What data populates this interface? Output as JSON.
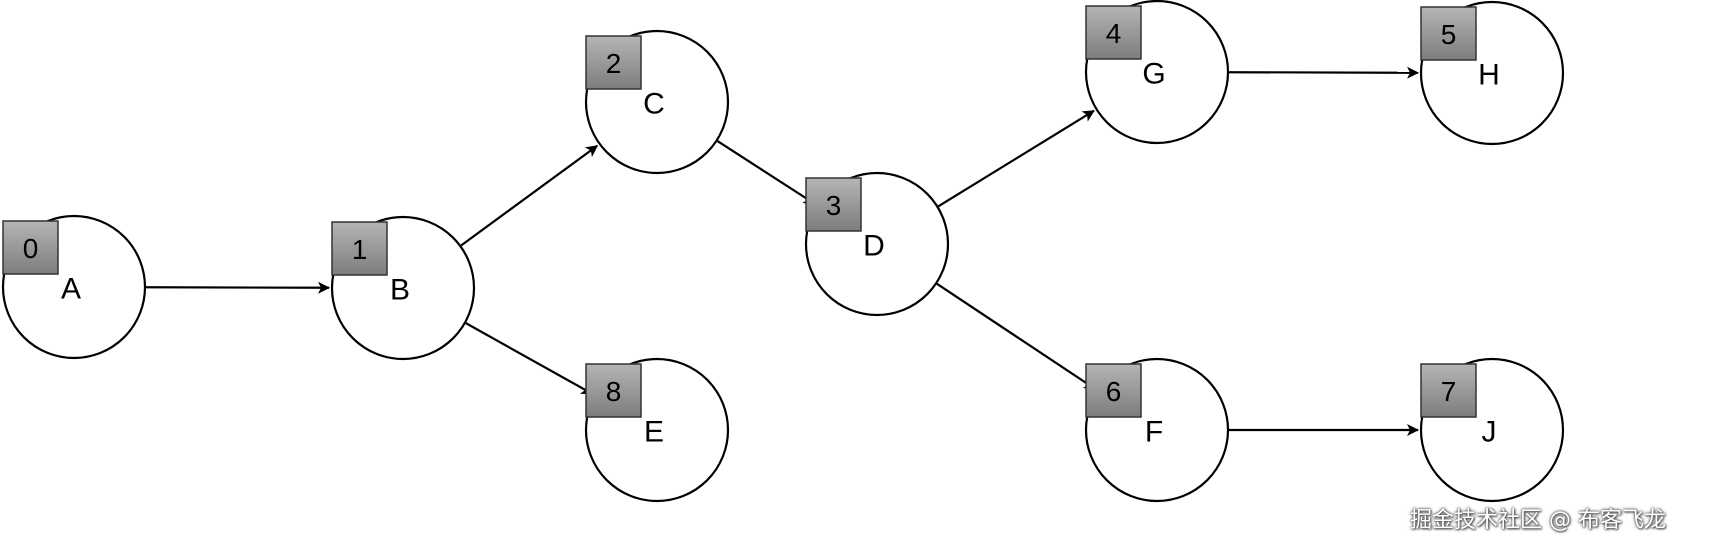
{
  "nodes": [
    {
      "id": "A",
      "label": "A",
      "index": "0"
    },
    {
      "id": "B",
      "label": "B",
      "index": "1"
    },
    {
      "id": "C",
      "label": "C",
      "index": "2"
    },
    {
      "id": "D",
      "label": "D",
      "index": "3"
    },
    {
      "id": "G",
      "label": "G",
      "index": "4"
    },
    {
      "id": "H",
      "label": "H",
      "index": "5"
    },
    {
      "id": "F",
      "label": "F",
      "index": "6"
    },
    {
      "id": "J",
      "label": "J",
      "index": "7"
    },
    {
      "id": "E",
      "label": "E",
      "index": "8"
    }
  ],
  "edges": [
    {
      "from": "A",
      "to": "B"
    },
    {
      "from": "B",
      "to": "C"
    },
    {
      "from": "B",
      "to": "E"
    },
    {
      "from": "C",
      "to": "D"
    },
    {
      "from": "D",
      "to": "G"
    },
    {
      "from": "D",
      "to": "F"
    },
    {
      "from": "G",
      "to": "H"
    },
    {
      "from": "F",
      "to": "J"
    }
  ],
  "colors": {
    "badge_gradient_top": "#b5b5b5",
    "badge_gradient_bottom": "#7d7d7d",
    "stroke": "#000000"
  },
  "watermark": "掘金技术社区 @ 布客飞龙"
}
